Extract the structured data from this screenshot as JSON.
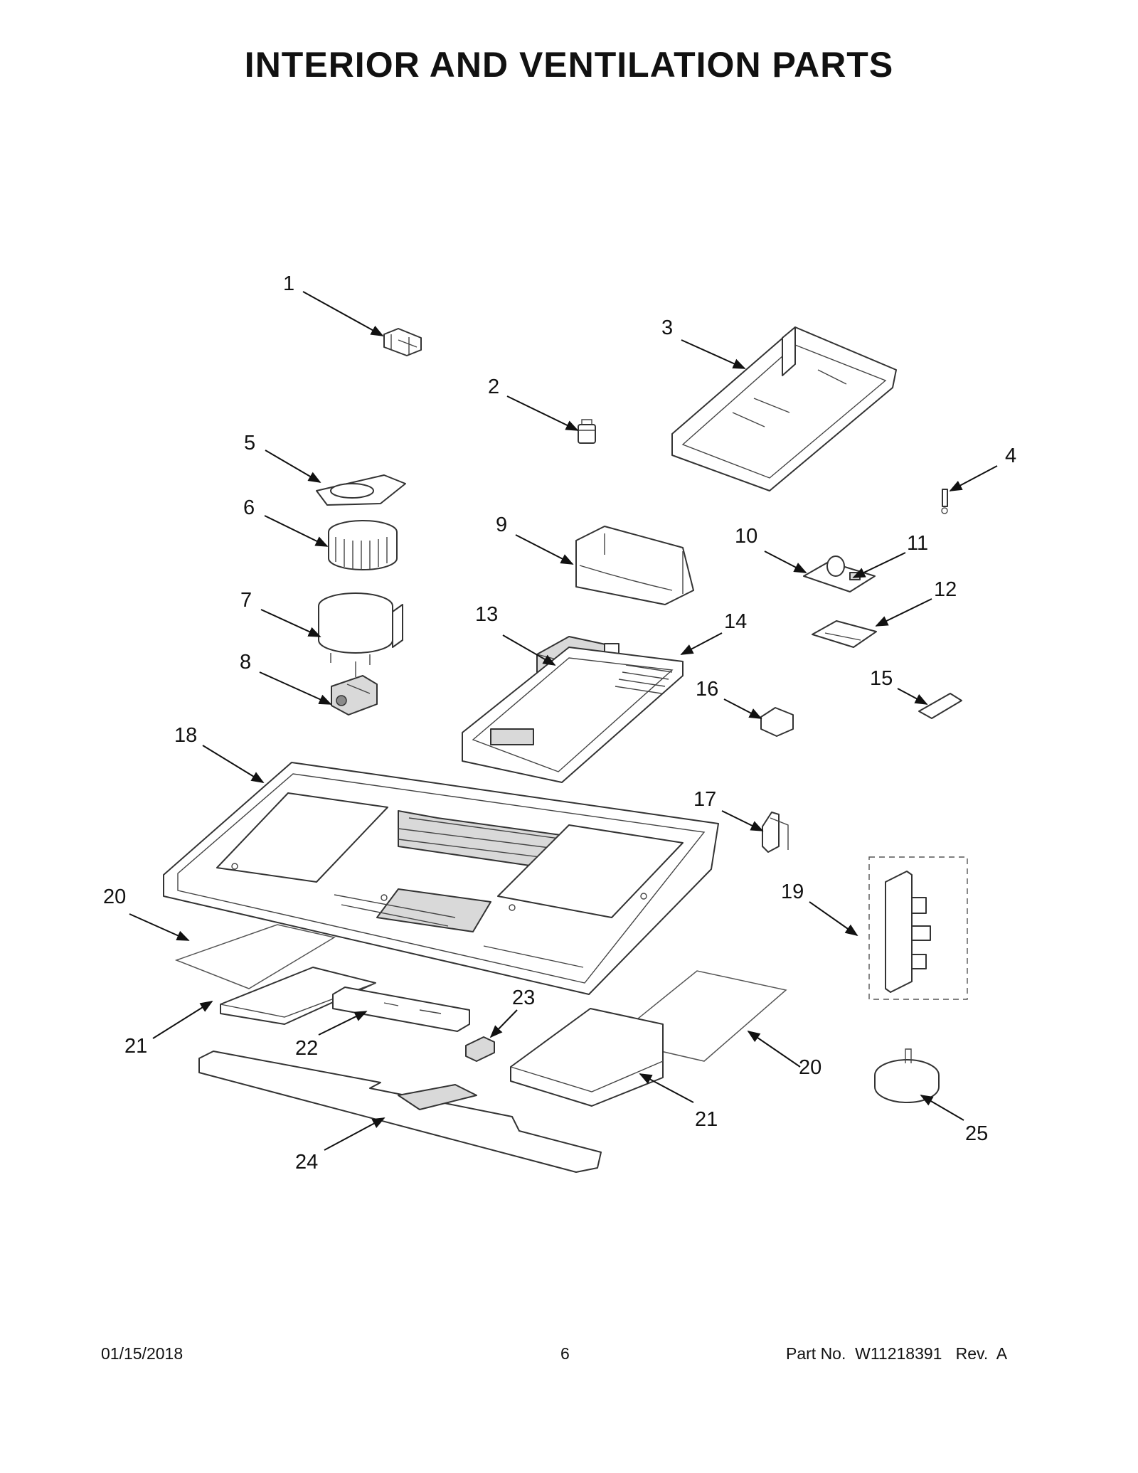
{
  "title": "INTERIOR AND VENTILATION PARTS",
  "callouts": {
    "c1": "1",
    "c2": "2",
    "c3": "3",
    "c4": "4",
    "c5": "5",
    "c6": "6",
    "c7": "7",
    "c8": "8",
    "c9": "9",
    "c10": "10",
    "c11": "11",
    "c12": "12",
    "c13": "13",
    "c14": "14",
    "c15": "15",
    "c16": "16",
    "c17": "17",
    "c18": "18",
    "c19": "19",
    "c20a": "20",
    "c20b": "20",
    "c21a": "21",
    "c21b": "21",
    "c22": "22",
    "c23": "23",
    "c24": "24",
    "c25": "25"
  },
  "footer": {
    "date": "01/15/2018",
    "page": "6",
    "part_no": "Part No.  W11218391   Rev.  A"
  }
}
